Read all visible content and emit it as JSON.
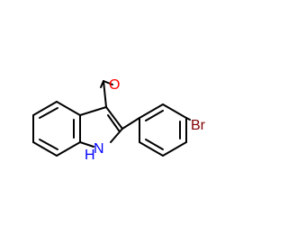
{
  "atoms": {
    "oxygen": {
      "label": "O",
      "color": "#ff0000"
    },
    "bromine": {
      "label": "Br",
      "color": "#800000"
    },
    "nitrogen": {
      "label": "N",
      "color": "#0000ff"
    },
    "hydrogen": {
      "label": "H",
      "color": "#0000ff"
    }
  },
  "bond_color": "#000000",
  "background": "#ffffff"
}
